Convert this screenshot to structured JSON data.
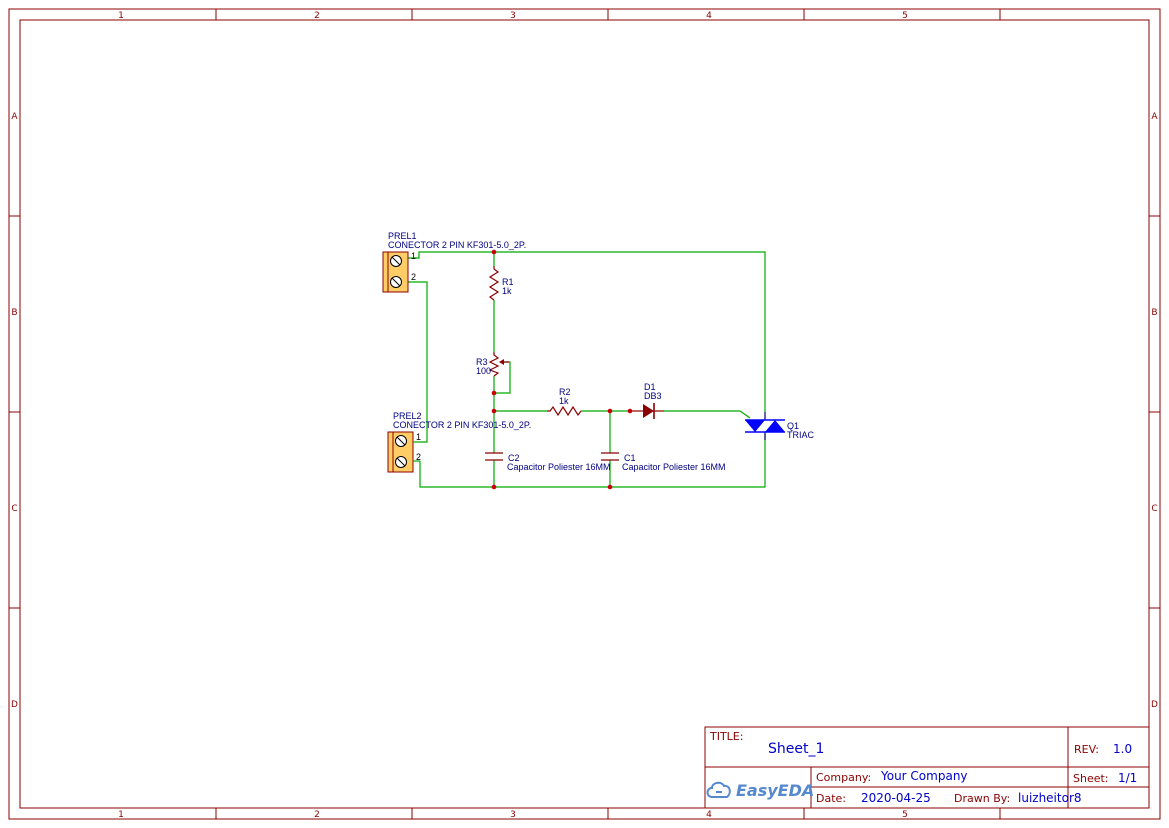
{
  "frame": {
    "columns": [
      "1",
      "2",
      "3",
      "4",
      "5"
    ],
    "rows": [
      "A",
      "B",
      "C",
      "D"
    ]
  },
  "components": {
    "prel1": {
      "ref": "PREL1",
      "value": "CONECTOR 2 PIN KF301-5.0_2P.",
      "pin1": "1",
      "pin2": "2"
    },
    "prel2": {
      "ref": "PREL2",
      "value": "CONECTOR 2 PIN KF301-5.0_2P.",
      "pin1": "1",
      "pin2": "2"
    },
    "r1": {
      "ref": "R1",
      "value": "1k"
    },
    "r2": {
      "ref": "R2",
      "value": "1k"
    },
    "r3": {
      "ref": "R3",
      "value": "100"
    },
    "c1": {
      "ref": "C1",
      "value": "Capacitor Poliester 16MM"
    },
    "c2": {
      "ref": "C2",
      "value": "Capacitor Poliester 16MM"
    },
    "d1": {
      "ref": "D1",
      "value": "DB3"
    },
    "q1": {
      "ref": "Q1",
      "value": "TRIAC"
    }
  },
  "title_block": {
    "title_label": "TITLE:",
    "title": "Sheet_1",
    "rev_label": "REV:",
    "rev": "1.0",
    "company_label": "Company:",
    "company": "Your Company",
    "sheet_label": "Sheet:",
    "sheet": "1/1",
    "date_label": "Date:",
    "date": "2020-04-25",
    "drawn_label": "Drawn By:",
    "drawn_by": "luizheitor8",
    "logo": "EasyEDA"
  },
  "colors": {
    "frame": "#8b0000",
    "wire": "#00aa00",
    "component": "#8b0000",
    "label": "#000080",
    "triac": "#0000ff",
    "junction": "#cc0000",
    "connector_fill": "#ffcc66"
  }
}
